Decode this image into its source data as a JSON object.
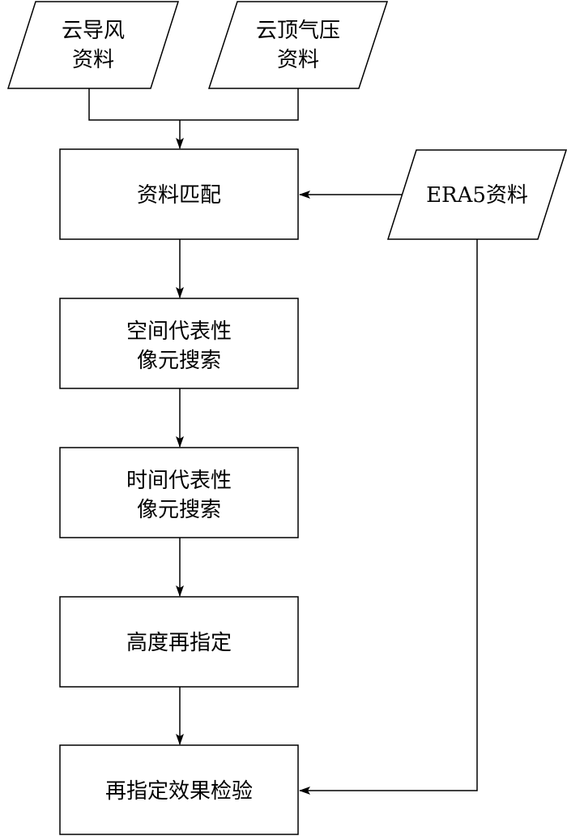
{
  "inputs": {
    "cloud_wind": {
      "line1": "云导风",
      "line2": "资料"
    },
    "cloud_top_pressure": {
      "line1": "云顶气压",
      "line2": "资料"
    },
    "era5": {
      "label": "ERA5资料"
    }
  },
  "steps": {
    "data_matching": {
      "label": "资料匹配"
    },
    "spatial_search": {
      "line1": "空间代表性",
      "line2": "像元搜索"
    },
    "temporal_search": {
      "line1": "时间代表性",
      "line2": "像元搜索"
    },
    "height_reassignment": {
      "label": "高度再指定"
    },
    "validation": {
      "label": "再指定效果检验"
    }
  }
}
